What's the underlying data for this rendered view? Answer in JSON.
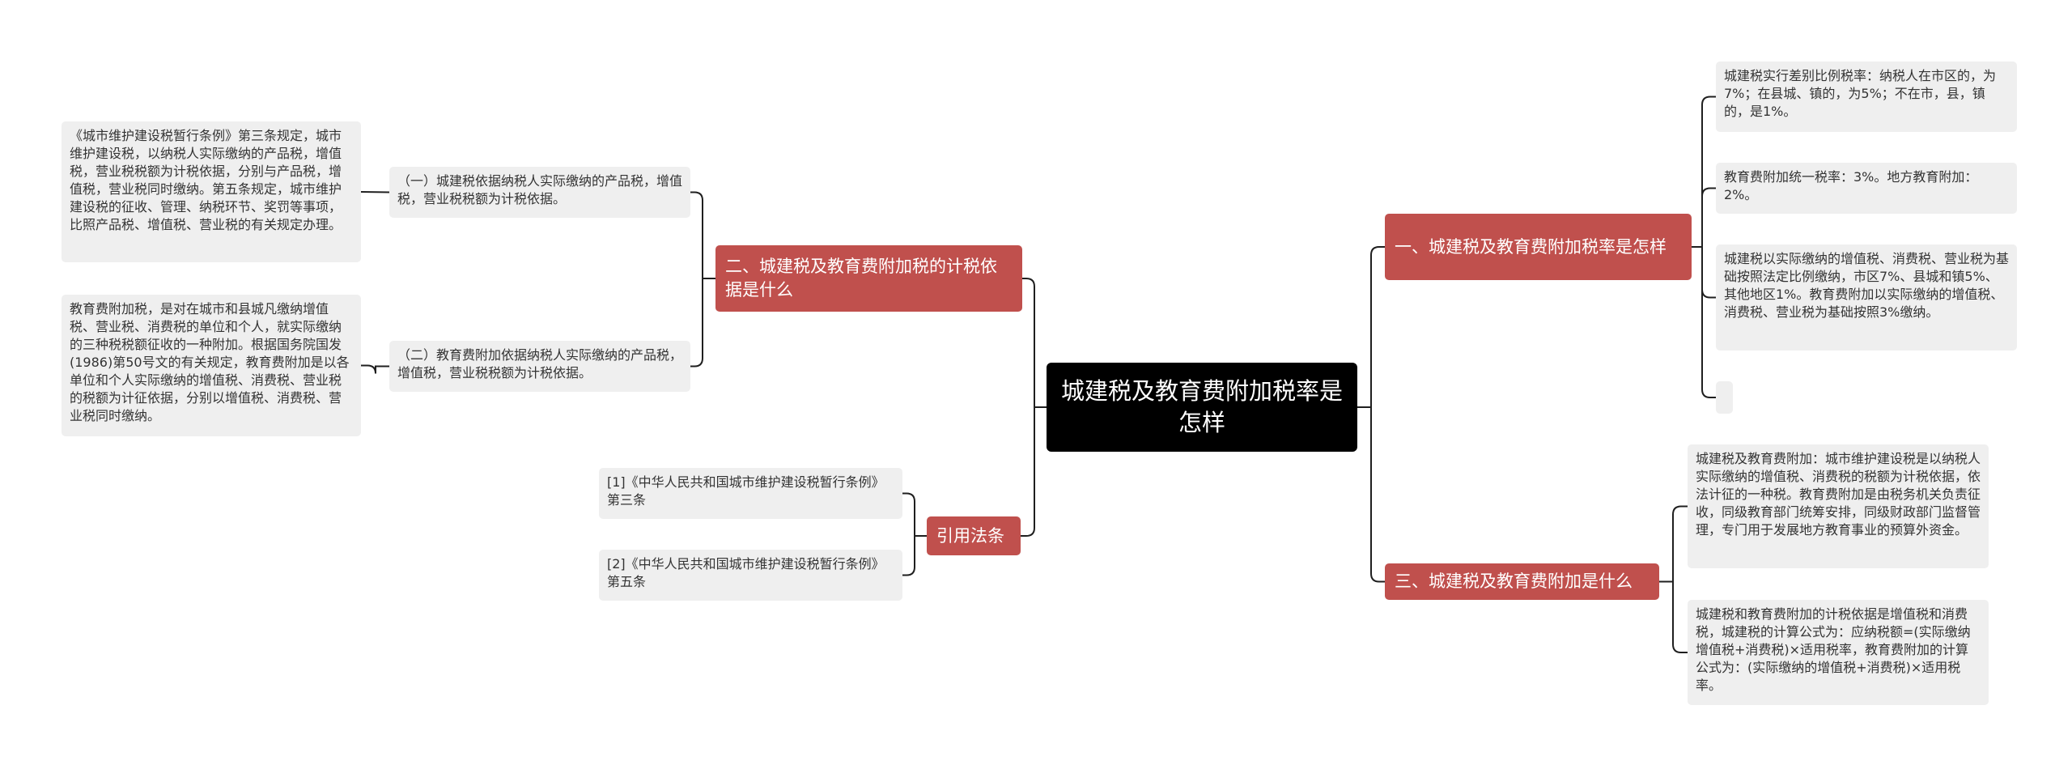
{
  "root": {
    "title": "城建税及教育费附加税率是怎样"
  },
  "branches": {
    "b1": {
      "label": "一、城建税及教育费附加税率是怎样",
      "items": [
        "城建税实行差别比例税率：纳税人在市区的，为7%；在县城、镇的，为5%；不在市，县，镇的，是1%。",
        "教育费附加统一税率：3%。地方教育附加：2%。",
        "城建税以实际缴纳的增值税、消费税、营业税为基础按照法定比例缴纳，市区7%、县城和镇5%、其他地区1%。教育费附加以实际缴纳的增值税、消费税、营业税为基础按照3%缴纳。",
        ""
      ]
    },
    "b2": {
      "label": "二、城建税及教育费附加税的计税依据是什么",
      "items": [
        "（一）城建税依据纳税人实际缴纳的产品税，增值税，营业税税额为计税依据。",
        "（二）教育费附加依据纳税人实际缴纳的产品税，增值税，营业税税额为计税依据。"
      ],
      "details": [
        "《城市维护建设税暂行条例》第三条规定，城市维护建设税，以纳税人实际缴纳的产品税，增值税，营业税税额为计税依据，分别与产品税，增值税，营业税同时缴纳。第五条规定，城市维护建设税的征收、管理、纳税环节、奖罚等事项，比照产品税、增值税、营业税的有关规定办理。",
        "教育费附加税，是对在城市和县城凡缴纳增值税、营业税、消费税的单位和个人，就实际缴纳的三种税税额征收的一种附加。根据国务院国发(1986)第50号文的有关规定，教育费附加是以各单位和个人实际缴纳的增值税、消费税、营业税的税额为计征依据，分别以增值税、消费税、营业税同时缴纳。"
      ]
    },
    "b3": {
      "label": "三、城建税及教育费附加是什么",
      "items": [
        "城建税及教育费附加：城市维护建设税是以纳税人实际缴纳的增值税、消费税的税额为计税依据，依法计征的一种税。教育费附加是由税务机关负责征收，同级教育部门统筹安排，同级财政部门监督管理，专门用于发展地方教育事业的预算外资金。",
        "城建税和教育费附加的计税依据是增值税和消费税，城建税的计算公式为：应纳税额=(实际缴纳增值税+消费税)×适用税率，教育费附加的计算公式为：(实际缴纳的增值税+消费税)×适用税率。"
      ]
    },
    "b4": {
      "label": "引用法条",
      "items": [
        "[1]《中华人民共和国城市维护建设税暂行条例》 第三条",
        "[2]《中华人民共和国城市维护建设税暂行条例》 第五条"
      ]
    }
  },
  "colors": {
    "root_bg": "#000000",
    "branch_bg": "#c0504d",
    "leaf_bg": "#efefef",
    "wire": "#1f1f1f"
  }
}
